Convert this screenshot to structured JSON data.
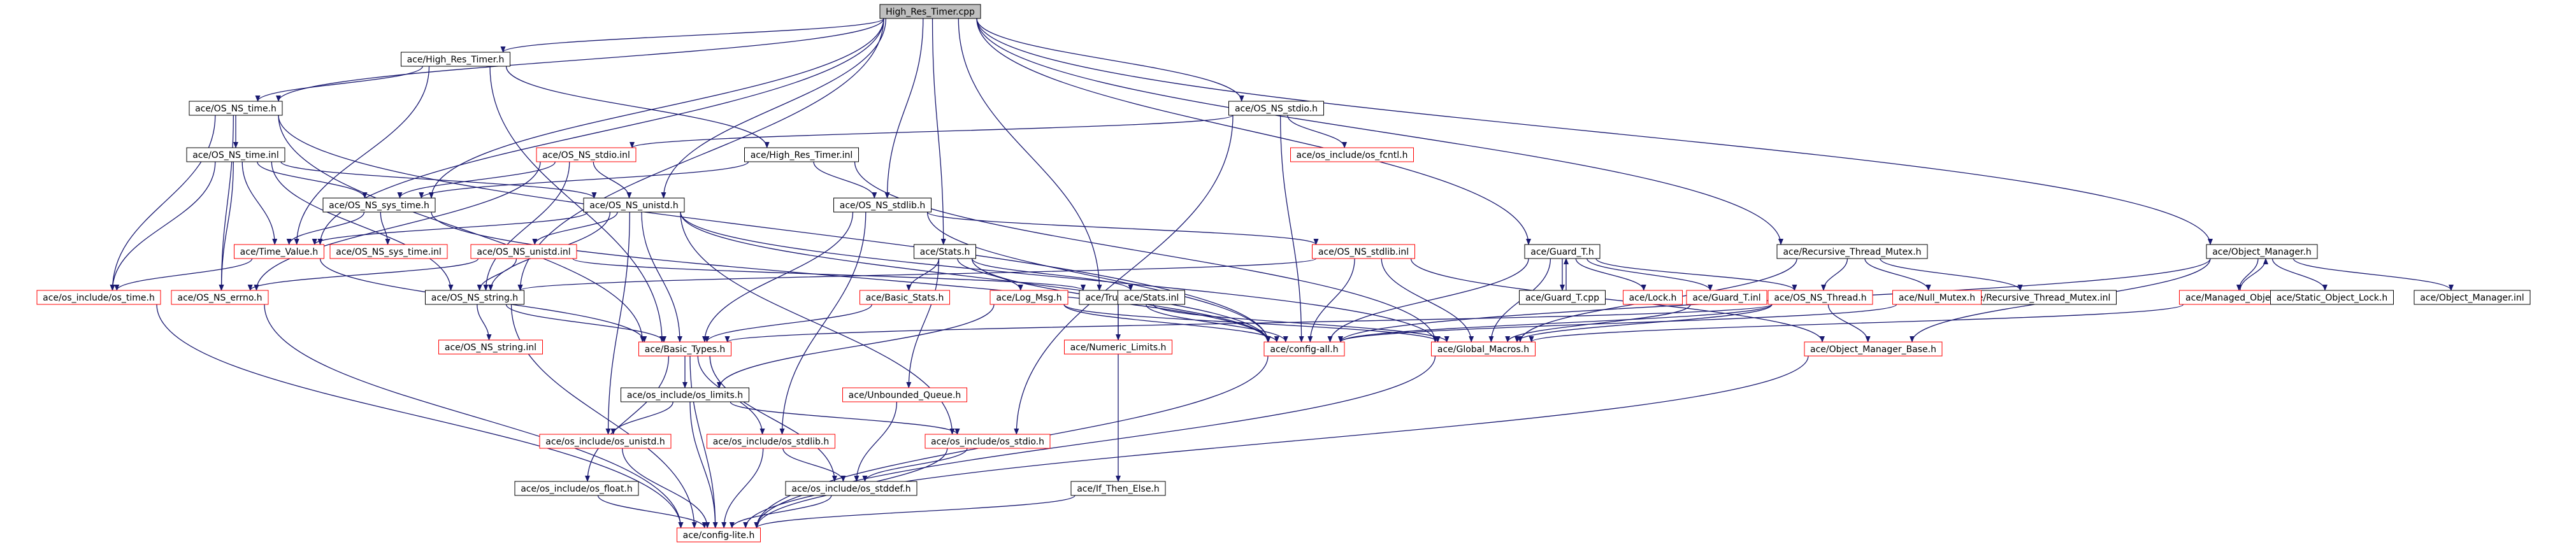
{
  "diagram": {
    "root": "High_Res_Timer.cpp",
    "colors": {
      "edge": "#191970",
      "node_border_black": "#000000",
      "node_border_red": "#ff0000",
      "root_fill": "#bfbfbf",
      "node_fill": "#ffffff"
    },
    "nodes": [
      {
        "id": "cpp",
        "label": "High_Res_Timer.cpp",
        "style": "root"
      },
      {
        "id": "hrt_h",
        "label": "ace/High_Res_Timer.h",
        "style": "black"
      },
      {
        "id": "os_time_h",
        "label": "ace/OS_NS_time.h",
        "style": "black"
      },
      {
        "id": "os_stdio_h",
        "label": "ace/OS_NS_stdio.h",
        "style": "black"
      },
      {
        "id": "os_time_inl",
        "label": "ace/OS_NS_time.inl",
        "style": "black"
      },
      {
        "id": "os_stdio_inl",
        "label": "ace/OS_NS_stdio.inl",
        "style": "red"
      },
      {
        "id": "hrt_inl",
        "label": "ace/High_Res_Timer.inl",
        "style": "black"
      },
      {
        "id": "os_fcntl",
        "label": "ace/os_include/os_fcntl.h",
        "style": "red"
      },
      {
        "id": "sys_time_h",
        "label": "ace/OS_NS_sys_time.h",
        "style": "black"
      },
      {
        "id": "unistd_h",
        "label": "ace/OS_NS_unistd.h",
        "style": "black"
      },
      {
        "id": "stdlib_h",
        "label": "ace/OS_NS_stdlib.h",
        "style": "black"
      },
      {
        "id": "time_value",
        "label": "ace/Time_Value.h",
        "style": "red"
      },
      {
        "id": "sys_time_inl",
        "label": "ace/OS_NS_sys_time.inl",
        "style": "red"
      },
      {
        "id": "unistd_inl",
        "label": "ace/OS_NS_unistd.inl",
        "style": "red"
      },
      {
        "id": "stdlib_inl",
        "label": "ace/OS_NS_stdlib.inl",
        "style": "red"
      },
      {
        "id": "stats_h",
        "label": "ace/Stats.h",
        "style": "black"
      },
      {
        "id": "os_time_inc",
        "label": "ace/os_include/os_time.h",
        "style": "red"
      },
      {
        "id": "errno",
        "label": "ace/OS_NS_errno.h",
        "style": "red"
      },
      {
        "id": "string_h",
        "label": "ace/OS_NS_string.h",
        "style": "black"
      },
      {
        "id": "basic_stats",
        "label": "ace/Basic_Stats.h",
        "style": "red"
      },
      {
        "id": "log_msg",
        "label": "ace/Log_Msg.h",
        "style": "red"
      },
      {
        "id": "truncate",
        "label": "ace/Truncate.h",
        "style": "black"
      },
      {
        "id": "stats_inl",
        "label": "ace/Stats.inl",
        "style": "black"
      },
      {
        "id": "string_inl",
        "label": "ace/OS_NS_string.inl",
        "style": "red"
      },
      {
        "id": "basic_types",
        "label": "ace/Basic_Types.h",
        "style": "red"
      },
      {
        "id": "numeric_limits",
        "label": "ace/Numeric_Limits.h",
        "style": "red"
      },
      {
        "id": "config_all",
        "label": "ace/config-all.h",
        "style": "red"
      },
      {
        "id": "global_macros",
        "label": "ace/Global_Macros.h",
        "style": "red"
      },
      {
        "id": "os_limits",
        "label": "ace/os_include/os_limits.h",
        "style": "black"
      },
      {
        "id": "unbounded_queue",
        "label": "ace/Unbounded_Queue.h",
        "style": "red"
      },
      {
        "id": "os_unistd",
        "label": "ace/os_include/os_unistd.h",
        "style": "red"
      },
      {
        "id": "os_stdlib",
        "label": "ace/os_include/os_stdlib.h",
        "style": "red"
      },
      {
        "id": "os_stdio",
        "label": "ace/os_include/os_stdio.h",
        "style": "red"
      },
      {
        "id": "os_float",
        "label": "ace/os_include/os_float.h",
        "style": "black"
      },
      {
        "id": "os_stddef",
        "label": "ace/os_include/os_stddef.h",
        "style": "black"
      },
      {
        "id": "if_then_else",
        "label": "ace/If_Then_Else.h",
        "style": "black"
      },
      {
        "id": "config_lite",
        "label": "ace/config-lite.h",
        "style": "red"
      },
      {
        "id": "guard_t_h",
        "label": "ace/Guard_T.h",
        "style": "black"
      },
      {
        "id": "guard_t_cpp",
        "label": "ace/Guard_T.cpp",
        "style": "black"
      },
      {
        "id": "lock_h",
        "label": "ace/Lock.h",
        "style": "red"
      },
      {
        "id": "guard_t_inl",
        "label": "ace/Guard_T.inl",
        "style": "red"
      },
      {
        "id": "os_thread",
        "label": "ace/OS_NS_Thread.h",
        "style": "red"
      },
      {
        "id": "rtm_h",
        "label": "ace/Recursive_Thread_Mutex.h",
        "style": "black"
      },
      {
        "id": "rtm_inl",
        "label": "ace/Recursive_Thread_Mutex.inl",
        "style": "black"
      },
      {
        "id": "null_mutex",
        "label": "ace/Null_Mutex.h",
        "style": "red"
      },
      {
        "id": "omb",
        "label": "ace/Object_Manager_Base.h",
        "style": "red"
      },
      {
        "id": "om_h",
        "label": "ace/Object_Manager.h",
        "style": "black"
      },
      {
        "id": "managed_object",
        "label": "ace/Managed_Object.h",
        "style": "red"
      },
      {
        "id": "sol",
        "label": "ace/Static_Object_Lock.h",
        "style": "black"
      },
      {
        "id": "om_inl",
        "label": "ace/Object_Manager.inl",
        "style": "black"
      }
    ],
    "edges": [
      [
        "cpp",
        "hrt_h"
      ],
      [
        "cpp",
        "os_time_h"
      ],
      [
        "cpp",
        "os_stdio_h"
      ],
      [
        "cpp",
        "sys_time_h"
      ],
      [
        "cpp",
        "unistd_h"
      ],
      [
        "cpp",
        "stdlib_h"
      ],
      [
        "cpp",
        "stats_h"
      ],
      [
        "cpp",
        "string_h"
      ],
      [
        "cpp",
        "truncate"
      ],
      [
        "cpp",
        "guard_t_h"
      ],
      [
        "cpp",
        "rtm_h"
      ],
      [
        "cpp",
        "om_h"
      ],
      [
        "cpp",
        "time_value"
      ],
      [
        "hrt_h",
        "os_time_h"
      ],
      [
        "hrt_h",
        "hrt_inl"
      ],
      [
        "hrt_h",
        "time_value"
      ],
      [
        "hrt_h",
        "basic_types"
      ],
      [
        "os_time_h",
        "os_time_inl"
      ],
      [
        "os_time_h",
        "basic_types"
      ],
      [
        "os_time_h",
        "config_all"
      ],
      [
        "os_time_h",
        "os_time_inc"
      ],
      [
        "os_time_h",
        "errno"
      ],
      [
        "os_time_inl",
        "sys_time_h"
      ],
      [
        "os_time_inl",
        "unistd_h"
      ],
      [
        "os_time_inl",
        "time_value"
      ],
      [
        "os_time_inl",
        "errno"
      ],
      [
        "os_time_inl",
        "string_h"
      ],
      [
        "os_time_inl",
        "os_time_inc"
      ],
      [
        "os_stdio_h",
        "os_stdio_inl"
      ],
      [
        "os_stdio_h",
        "os_fcntl"
      ],
      [
        "os_stdio_h",
        "config_all"
      ],
      [
        "os_stdio_h",
        "os_stdio"
      ],
      [
        "os_stdio_inl",
        "sys_time_h"
      ],
      [
        "os_stdio_inl",
        "unistd_h"
      ],
      [
        "os_stdio_inl",
        "string_h"
      ],
      [
        "os_stdio_inl",
        "errno"
      ],
      [
        "hrt_inl",
        "sys_time_h"
      ],
      [
        "hrt_inl",
        "stdlib_h"
      ],
      [
        "hrt_inl",
        "global_macros"
      ],
      [
        "sys_time_h",
        "time_value"
      ],
      [
        "sys_time_h",
        "sys_time_inl"
      ],
      [
        "sys_time_h",
        "config_all"
      ],
      [
        "unistd_h",
        "unistd_inl"
      ],
      [
        "unistd_h",
        "time_value"
      ],
      [
        "unistd_h",
        "basic_types"
      ],
      [
        "unistd_h",
        "os_unistd"
      ],
      [
        "unistd_h",
        "os_stdio"
      ],
      [
        "unistd_h",
        "config_all"
      ],
      [
        "unistd_h",
        "global_macros"
      ],
      [
        "unistd_h",
        "string_h"
      ],
      [
        "unistd_inl",
        "errno"
      ],
      [
        "unistd_inl",
        "truncate"
      ],
      [
        "unistd_inl",
        "string_h"
      ],
      [
        "stdlib_h",
        "stdlib_inl"
      ],
      [
        "stdlib_h",
        "basic_types"
      ],
      [
        "stdlib_h",
        "os_stdlib"
      ],
      [
        "stdlib_h",
        "config_all"
      ],
      [
        "stdlib_inl",
        "config_all"
      ],
      [
        "stdlib_inl",
        "global_macros"
      ],
      [
        "stdlib_inl",
        "string_h"
      ],
      [
        "stdlib_inl",
        "omb"
      ],
      [
        "time_value",
        "os_time_inc"
      ],
      [
        "time_value",
        "basic_types"
      ],
      [
        "stats_h",
        "basic_stats"
      ],
      [
        "stats_h",
        "log_msg"
      ],
      [
        "stats_h",
        "stats_inl"
      ],
      [
        "stats_h",
        "unbounded_queue"
      ],
      [
        "stats_h",
        "config_all"
      ],
      [
        "basic_stats",
        "basic_types"
      ],
      [
        "log_msg",
        "os_limits"
      ],
      [
        "log_msg",
        "global_macros"
      ],
      [
        "log_msg",
        "config_all"
      ],
      [
        "truncate",
        "numeric_limits"
      ],
      [
        "truncate",
        "if_then_else"
      ],
      [
        "truncate",
        "config_all"
      ],
      [
        "truncate",
        "global_macros"
      ],
      [
        "string_h",
        "string_inl"
      ],
      [
        "string_h",
        "basic_types"
      ],
      [
        "string_h",
        "config_lite"
      ],
      [
        "errno",
        "config_lite"
      ],
      [
        "os_time_inc",
        "config_lite"
      ],
      [
        "basic_types",
        "os_limits"
      ],
      [
        "basic_types",
        "os_float"
      ],
      [
        "basic_types",
        "os_stdlib"
      ],
      [
        "basic_types",
        "os_stddef"
      ],
      [
        "basic_types",
        "config_lite"
      ],
      [
        "os_limits",
        "os_unistd"
      ],
      [
        "os_limits",
        "os_stdio"
      ],
      [
        "os_limits",
        "config_lite"
      ],
      [
        "os_unistd",
        "config_lite"
      ],
      [
        "os_stdlib",
        "os_stddef"
      ],
      [
        "os_stdlib",
        "config_lite"
      ],
      [
        "os_stdio",
        "os_stddef"
      ],
      [
        "os_stdio",
        "config_lite"
      ],
      [
        "os_float",
        "config_lite"
      ],
      [
        "os_stddef",
        "config_lite"
      ],
      [
        "if_then_else",
        "config_lite"
      ],
      [
        "unbounded_queue",
        "os_stddef"
      ],
      [
        "config_all",
        "config_lite"
      ],
      [
        "global_macros",
        "config_lite"
      ],
      [
        "omb",
        "config_lite"
      ],
      [
        "guard_t_h",
        "guard_t_cpp"
      ],
      [
        "guard_t_cpp",
        "guard_t_h"
      ],
      [
        "guard_t_h",
        "lock_h"
      ],
      [
        "guard_t_h",
        "guard_t_inl"
      ],
      [
        "guard_t_h",
        "os_thread"
      ],
      [
        "guard_t_h",
        "global_macros"
      ],
      [
        "guard_t_h",
        "config_all"
      ],
      [
        "guard_t_inl",
        "global_macros"
      ],
      [
        "os_thread",
        "global_macros"
      ],
      [
        "os_thread",
        "config_all"
      ],
      [
        "os_thread",
        "omb"
      ],
      [
        "os_thread",
        "basic_types"
      ],
      [
        "rtm_h",
        "os_thread"
      ],
      [
        "rtm_h",
        "rtm_inl"
      ],
      [
        "rtm_h",
        "null_mutex"
      ],
      [
        "rtm_h",
        "global_macros"
      ],
      [
        "null_mutex",
        "config_all"
      ],
      [
        "om_h",
        "managed_object"
      ],
      [
        "managed_object",
        "om_h"
      ],
      [
        "om_h",
        "sol"
      ],
      [
        "om_h",
        "om_inl"
      ],
      [
        "om_h",
        "omb"
      ],
      [
        "om_h",
        "config_all"
      ],
      [
        "managed_object",
        "global_macros"
      ]
    ]
  }
}
